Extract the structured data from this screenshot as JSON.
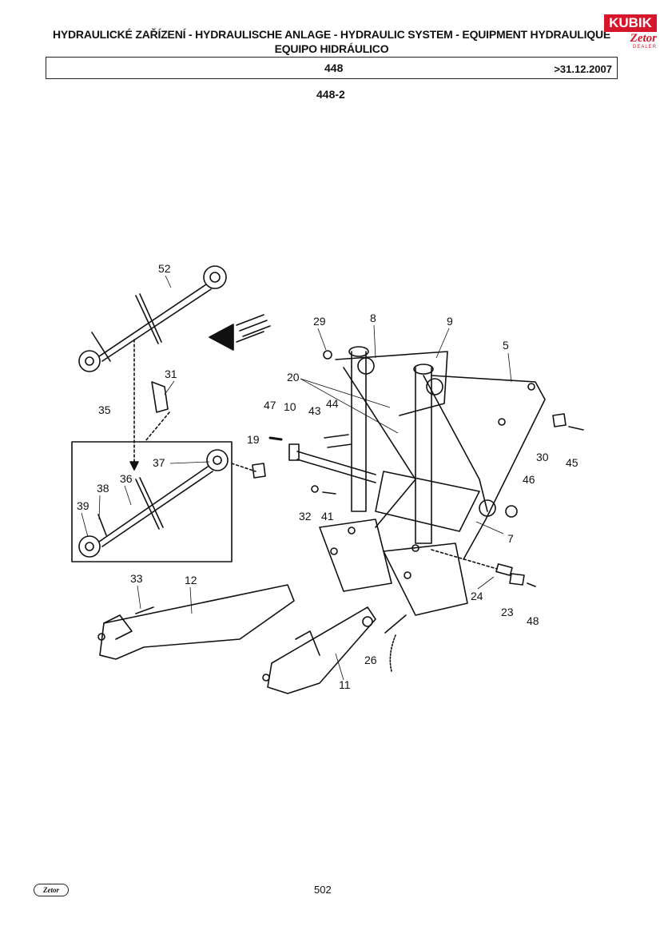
{
  "header": {
    "title_line1": "HYDRAULICKÉ ZAŘÍZENÍ - HYDRAULISCHE ANLAGE - HYDRAULIC SYSTEM - EQUIPMENT HYDRAULIQUE",
    "title_line2": "EQUIPO HIDRÁULICO",
    "model_code": "448",
    "validity": ">31.12.2007",
    "figure_number": "448-2"
  },
  "logo": {
    "name": "KUBIK",
    "brand": "Zetor",
    "subtitle": "DEALER"
  },
  "footer": {
    "logo_text": "Zetor",
    "page_number": "502"
  },
  "callouts": [
    "52",
    "29",
    "8",
    "9",
    "5",
    "31",
    "20",
    "35",
    "47",
    "10",
    "44",
    "43",
    "19",
    "37",
    "38",
    "36",
    "39",
    "30",
    "45",
    "46",
    "32",
    "41",
    "7",
    "33",
    "12",
    "24",
    "23",
    "48",
    "26",
    "11"
  ],
  "colors": {
    "ink": "#111111",
    "brand_red": "#d5162b"
  }
}
